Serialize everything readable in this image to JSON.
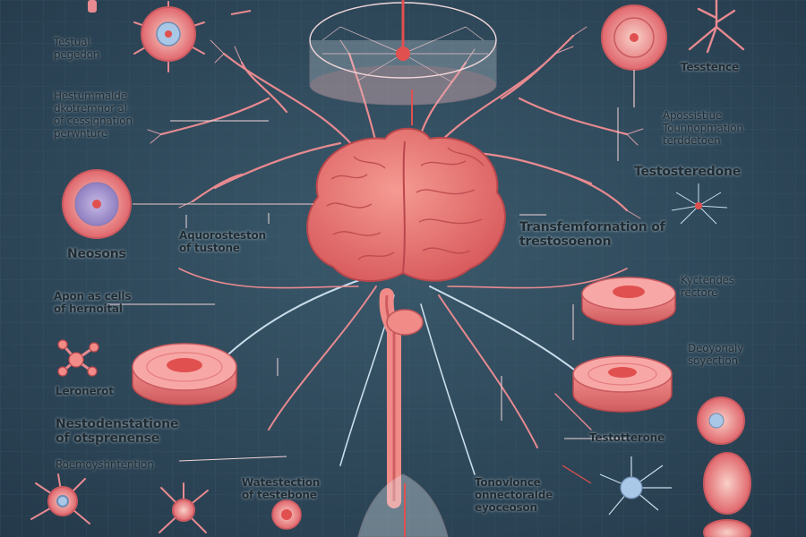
{
  "colors": {
    "background": "#2f4a5a",
    "grid": "#3d5a6b",
    "pink": "#f07a7e",
    "pink_light": "#f6b4b0",
    "brain": "#ee7a75",
    "nerve_blue": "#b6d4e6",
    "cell_purple": "#9b8ec9"
  },
  "labels": {
    "testual_l1": "Testual",
    "testual_l2": "pegedon",
    "hestum_l1": "Hestummalde",
    "hestum_l2": "dkotremnor al",
    "hestum_l3": "of cessignation",
    "hestum_l4": "perwnture",
    "neosons": "Neosons",
    "aquor_l1": "Aquorosteston",
    "aquor_l2": "of tustone",
    "apon_l1": "Apon as cells",
    "apon_l2": "of hernoital",
    "leronerot": "Leronerot",
    "nesto_l1": "Nestodenstatione",
    "nesto_l2": "of otsprenense",
    "roemoy": "Roemoyshntention",
    "water_l1": "Watestection",
    "water_l2": "of testebone",
    "tesstence": "Tesstence",
    "aposs_l1": "Apossistiue",
    "aposs_l2": "Tounnopmation",
    "aposs_l3": "terddetoen",
    "testosteredone": "Testosteredone",
    "transf_l1": "Transfemfornation of",
    "transf_l2": "trestosoenon",
    "kyc_l1": "Kyctendes",
    "kyc_l2": "rectore",
    "deo_l1": "Deoyonaly",
    "deo_l2": "soyection",
    "testotterone": "Testotterone",
    "tono_l1": "Tonovlonce",
    "tono_l2": "onnectoralde",
    "tono_l3": "eyoceoson"
  }
}
